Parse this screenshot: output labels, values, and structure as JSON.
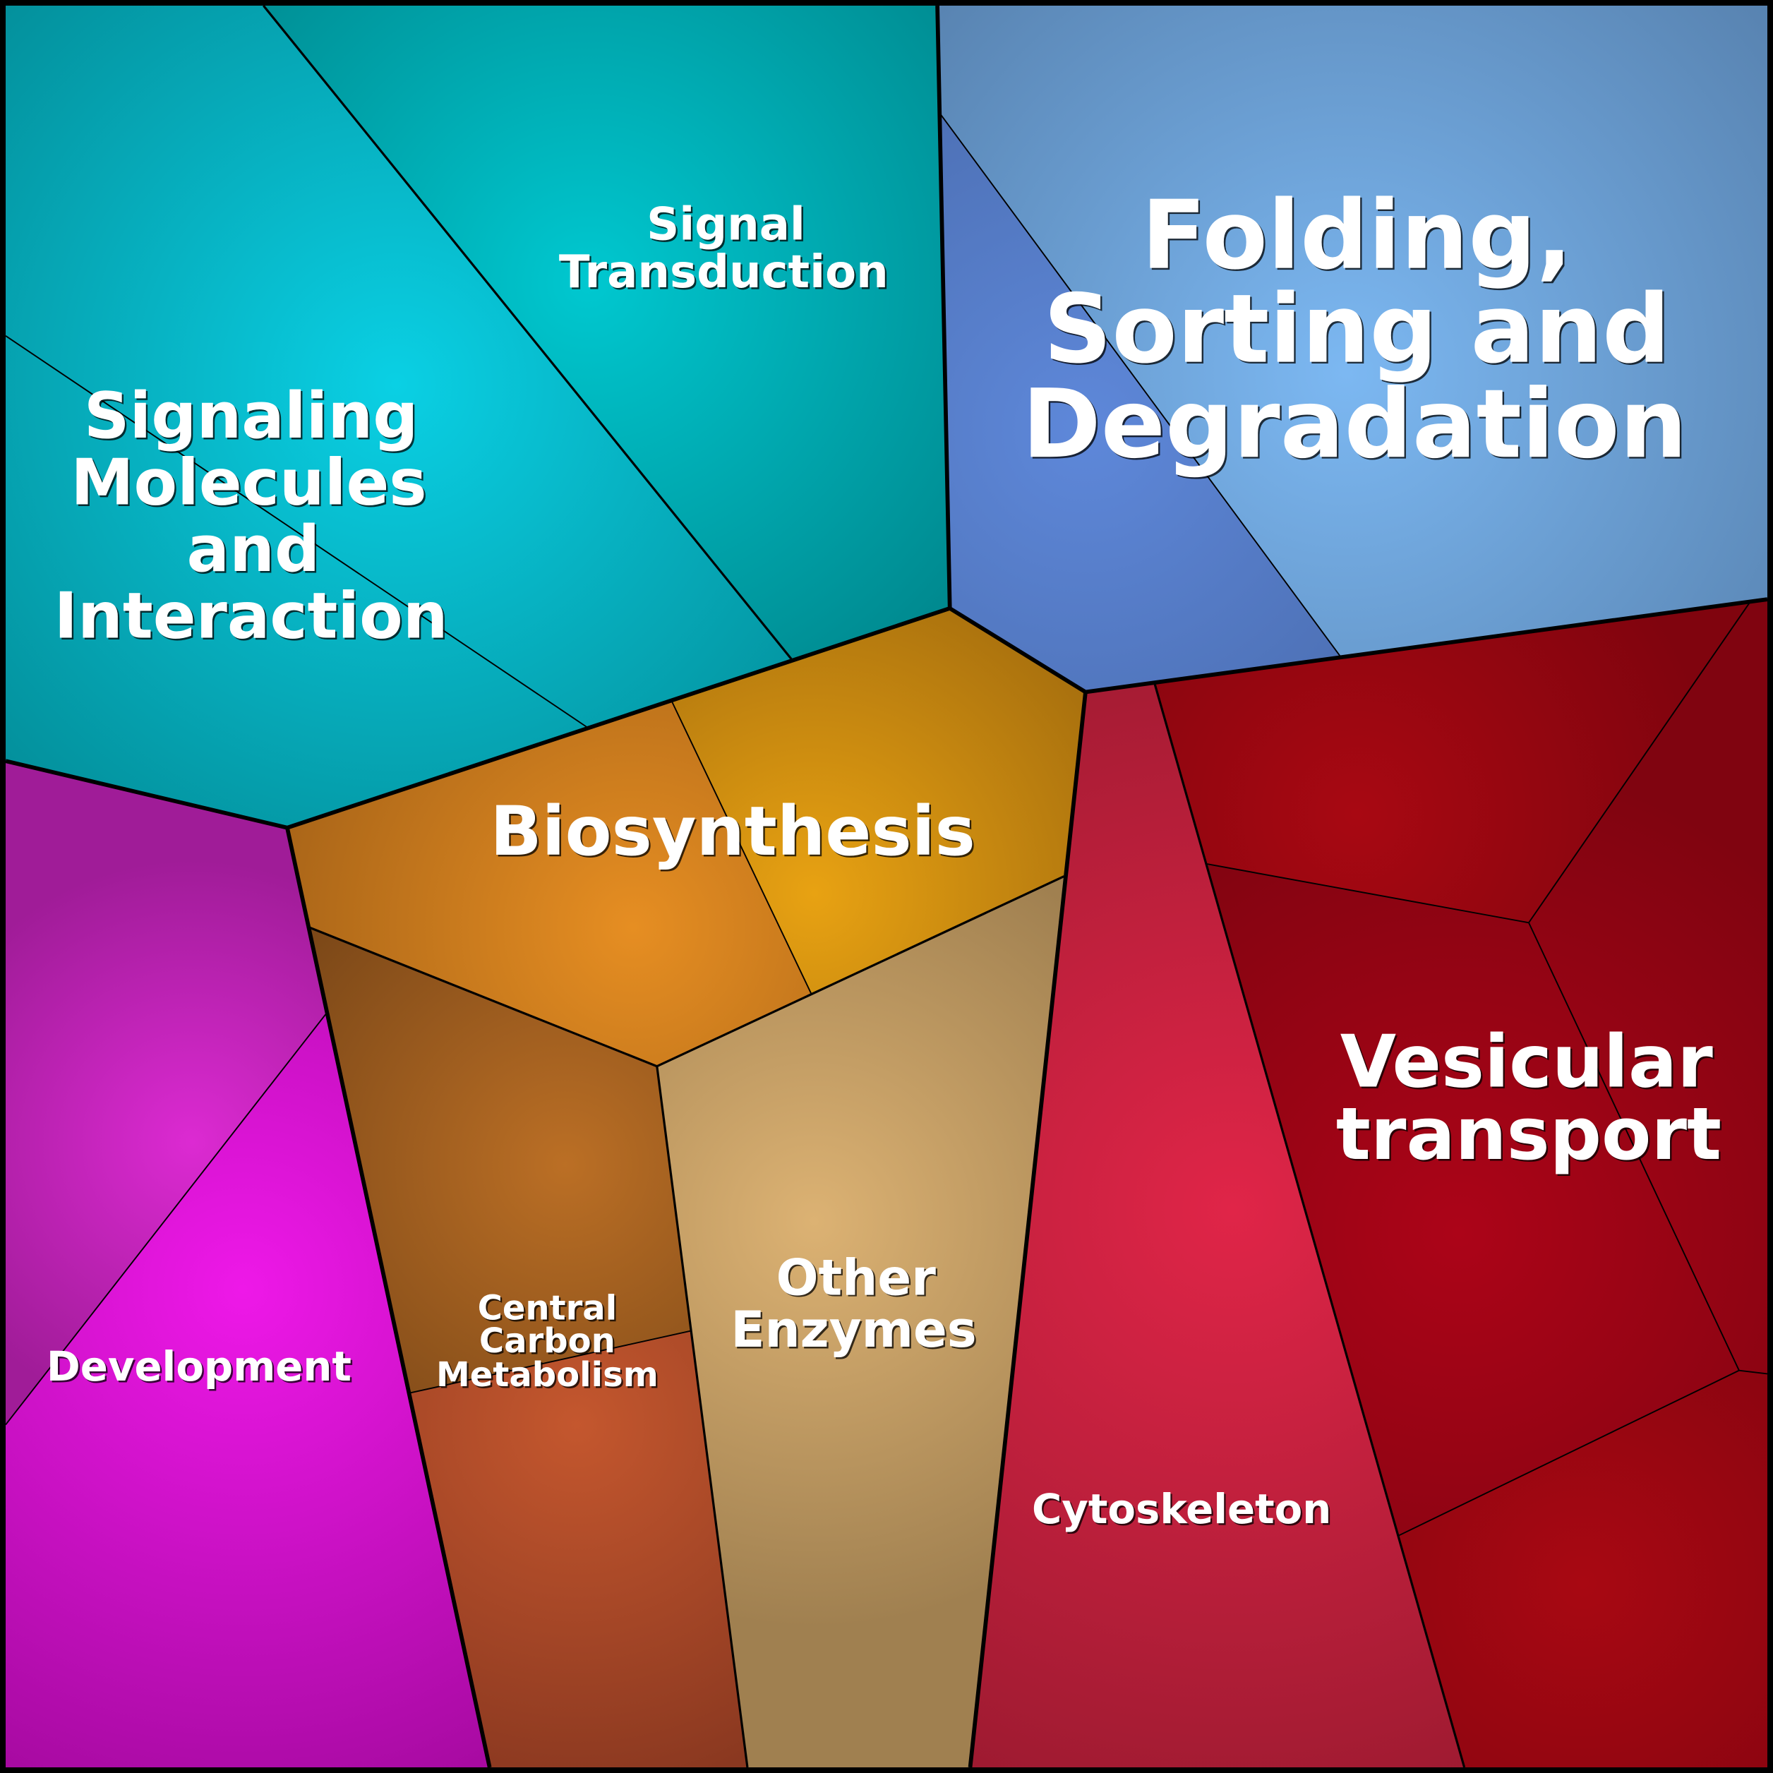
{
  "title": "Voronoi treemap of protein functional categories",
  "cells": [
    {
      "id": "signaling-molecules",
      "label_lines": [
        "Signaling",
        "Molecules",
        "and",
        "Interaction"
      ],
      "color_center": "#0ac9e0",
      "color_edge": "#038b96"
    },
    {
      "id": "signal-transduction",
      "label_lines": [
        "Signal",
        "Transduction"
      ],
      "color_center": "#00c4cc",
      "color_edge": "#008a90"
    },
    {
      "id": "folding-sorting-degradation",
      "label_lines": [
        "Folding,",
        "Sorting and",
        "Degradation"
      ],
      "color_center": "#7ab4f0",
      "color_edge": "#5680ad"
    },
    {
      "id": "folding-subcell",
      "label_lines": [],
      "color_center": "#5b84d4",
      "color_edge": "#4a6cae"
    },
    {
      "id": "biosynthesis",
      "label_lines": [
        "Biosynthesis"
      ],
      "color_center": "#e68e22",
      "color_edge": "#b06a18"
    },
    {
      "id": "biosynthesis-subcell",
      "label_lines": [],
      "color_center": "#e4a012",
      "color_edge": "#a8700e"
    },
    {
      "id": "other-enzymes",
      "label_lines": [
        "Other",
        "Enzymes"
      ],
      "color_center": "#dcb273",
      "color_edge": "#a08050"
    },
    {
      "id": "central-carbon-metabolism",
      "label_lines": [
        "Central",
        "Carbon",
        "Metabolism"
      ],
      "color_center": "#bb6f25",
      "color_edge": "#7c4818"
    },
    {
      "id": "central-carbon-subcell",
      "label_lines": [],
      "color_center": "#c4572e",
      "color_edge": "#8a3820"
    },
    {
      "id": "development",
      "label_lines": [
        "Development"
      ],
      "color_center": "#ee18e8",
      "color_edge": "#a60aa0"
    },
    {
      "id": "development-subcell",
      "label_lines": [],
      "color_center": "#d92ad0",
      "color_edge": "#a01c98"
    },
    {
      "id": "cytoskeleton",
      "label_lines": [
        "Cytoskeleton"
      ],
      "color_center": "#e02548",
      "color_edge": "#9c1a30"
    },
    {
      "id": "vesicular-transport",
      "label_lines": [
        "Vesicular",
        "transport"
      ],
      "color_center": "#ac0418",
      "color_edge": "#7e0410"
    }
  ]
}
